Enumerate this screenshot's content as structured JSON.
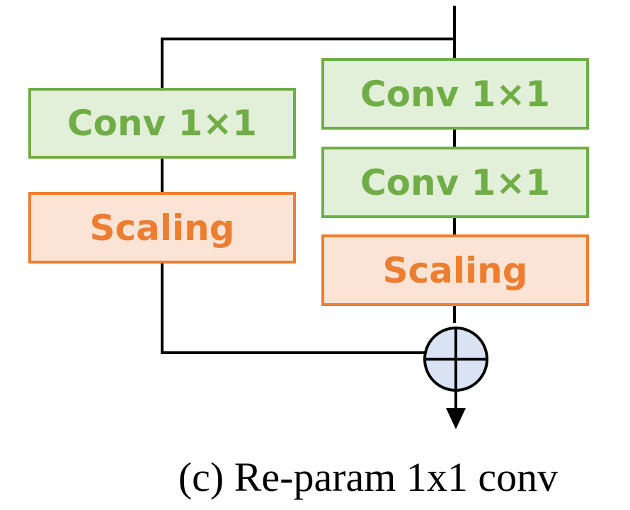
{
  "diagram": {
    "left_branch": {
      "conv_label": "Conv 1×1",
      "scale_label": "Scaling"
    },
    "right_branch": {
      "conv1_label": "Conv 1×1",
      "conv2_label": "Conv 1×1",
      "scale_label": "Scaling"
    },
    "caption": "(c) Re-param 1x1 conv",
    "colors": {
      "conv_fill": "#e2efd9",
      "conv_border": "#70ad47",
      "scaling_fill": "#fbe4d5",
      "scaling_border": "#ed7d31",
      "add_node_fill": "#dae3f3",
      "line": "#000000"
    },
    "add_node_icon": "circle-plus-icon"
  }
}
